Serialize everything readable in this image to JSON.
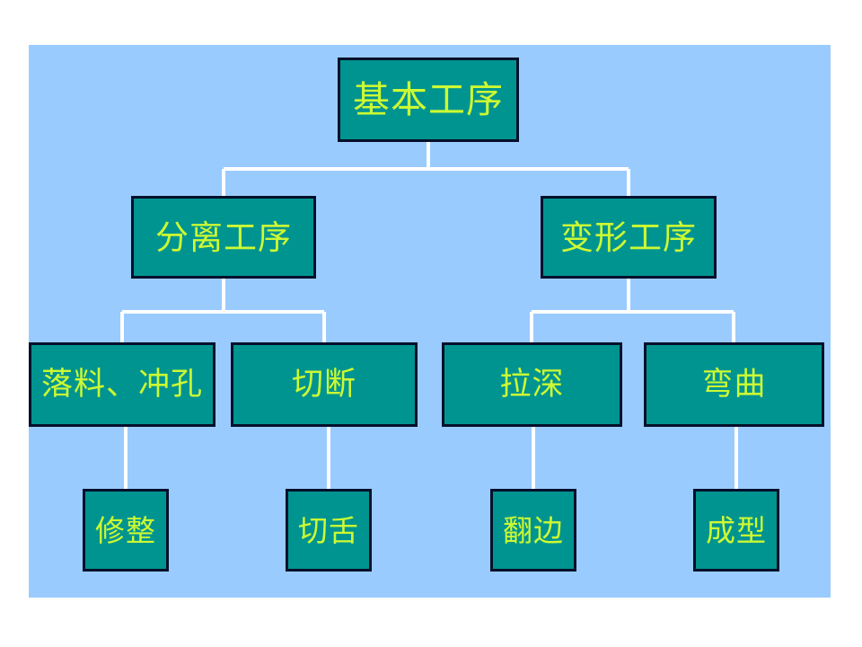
{
  "slide": {
    "background_color": "#ffffff",
    "panel_color": "#9acbff",
    "node_fill": "#009490",
    "node_border": "#05102a",
    "node_text_color": "#ccf933",
    "connector_color": "#ffffff"
  },
  "diagram": {
    "type": "tree",
    "levels": [
      {
        "level": 1,
        "nodes": [
          {
            "id": "root",
            "label": "基本工序"
          }
        ]
      },
      {
        "level": 2,
        "nodes": [
          {
            "id": "separation",
            "label": "分离工序",
            "parent": "root"
          },
          {
            "id": "deformation",
            "label": "变形工序",
            "parent": "root"
          }
        ]
      },
      {
        "level": 3,
        "nodes": [
          {
            "id": "blanking",
            "label": "落料、冲孔",
            "parent": "separation"
          },
          {
            "id": "cutting",
            "label": "切断",
            "parent": "separation"
          },
          {
            "id": "drawing",
            "label": "拉深",
            "parent": "deformation"
          },
          {
            "id": "bending",
            "label": "弯曲",
            "parent": "deformation"
          }
        ]
      },
      {
        "level": 4,
        "nodes": [
          {
            "id": "trimming",
            "label": "修整",
            "parent": "blanking"
          },
          {
            "id": "lancing",
            "label": "切舌",
            "parent": "cutting"
          },
          {
            "id": "flanging",
            "label": "翻边",
            "parent": "drawing"
          },
          {
            "id": "forming",
            "label": "成型",
            "parent": "bending"
          }
        ]
      }
    ]
  }
}
